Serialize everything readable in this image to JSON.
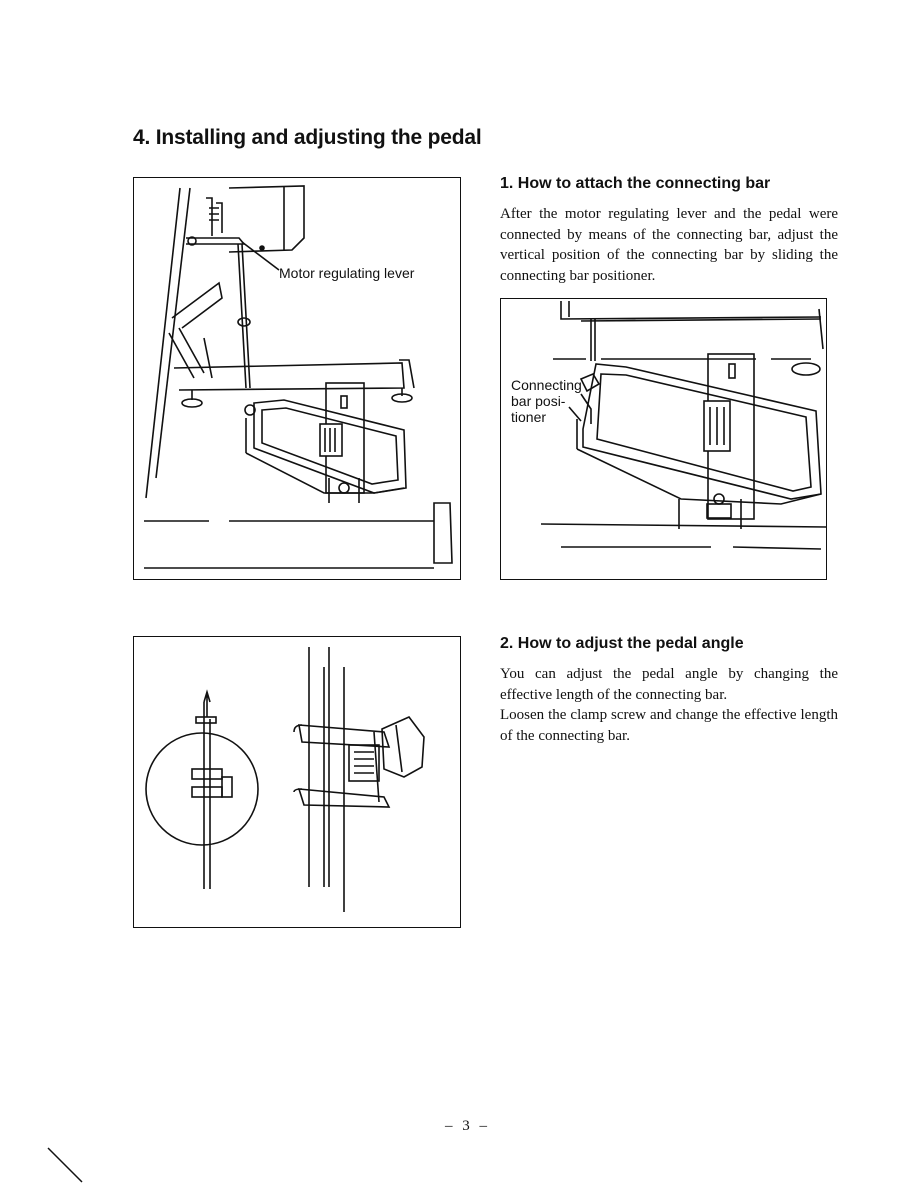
{
  "title": "4. Installing and adjusting the pedal",
  "sections": [
    {
      "heading": "1. How to attach the connecting bar",
      "paragraph": "After the motor regulating lever and the pedal were connected by means of the connecting bar, adjust the vertical position of the connecting bar by sliding the connecting bar positioner."
    },
    {
      "heading": "2. How to adjust the pedal angle",
      "paragraph_1": "You can adjust the pedal angle by changing the effective length of the connecting bar.",
      "paragraph_2": "Loosen the clamp screw and change the effective length of the connecting bar."
    }
  ],
  "figures": {
    "fig1": {
      "callout": "Motor regulating lever"
    },
    "fig2": {
      "callout_line1": "Connecting",
      "callout_line2": "bar posi-",
      "callout_line3": "tioner"
    },
    "fig3": {}
  },
  "footer": {
    "page_number": "– 3 –"
  }
}
